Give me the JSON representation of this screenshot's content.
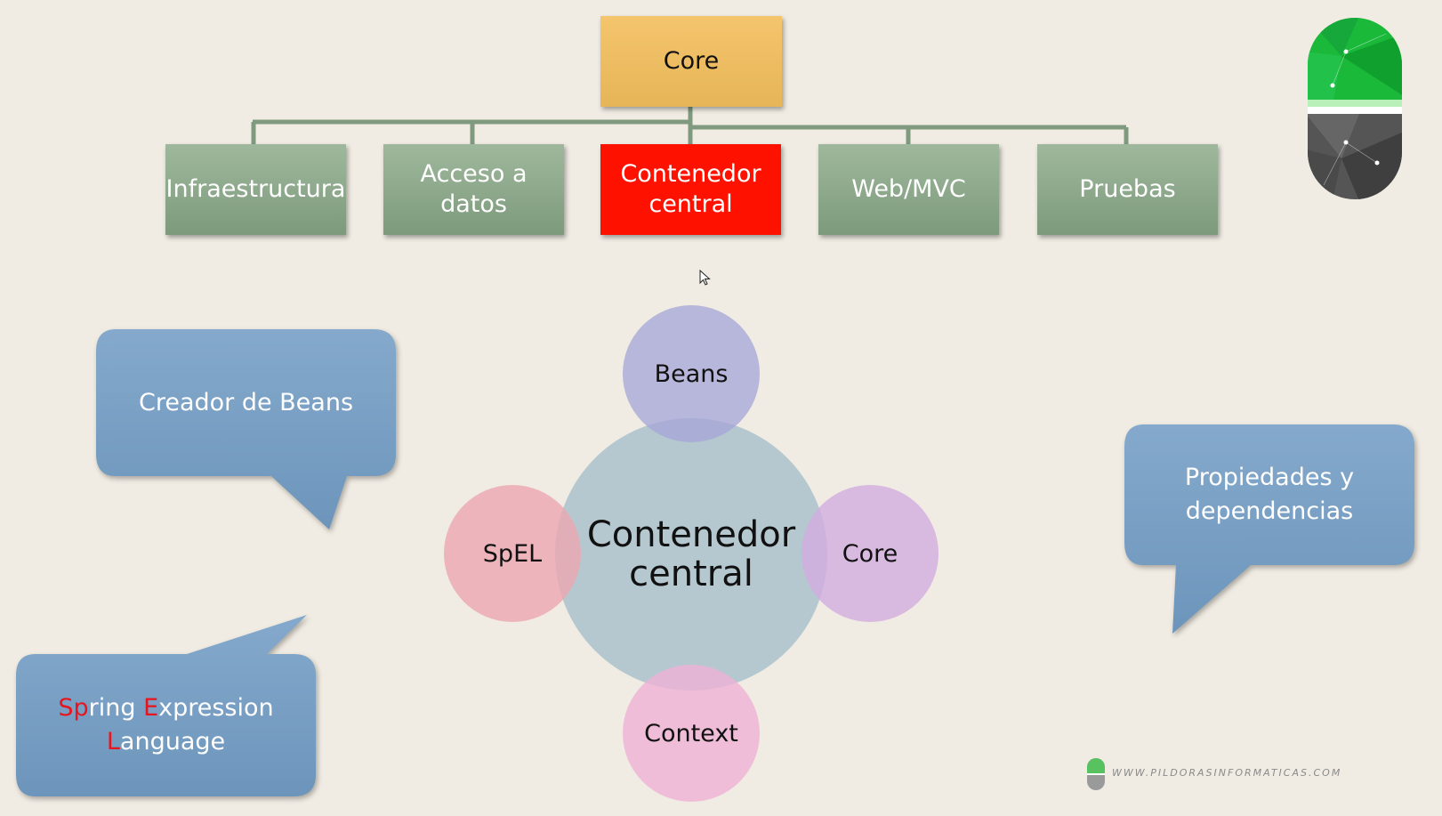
{
  "top": {
    "core": "Core"
  },
  "modules": [
    {
      "label": "Infraestructura"
    },
    {
      "label": "Acceso a datos"
    },
    {
      "label": "Contenedor central"
    },
    {
      "label": "Web/MVC"
    },
    {
      "label": "Pruebas"
    }
  ],
  "venn": {
    "center": "Contenedor central",
    "top": "Beans",
    "left": "SpEL",
    "right": "Core",
    "bottom": "Context"
  },
  "callouts": {
    "beans": "Creador de Beans",
    "props_line1": "Propiedades y",
    "props_line2": "dependencias",
    "spel": {
      "s": "S",
      "p": "p",
      "ring": "ring ",
      "e": "E",
      "xpression": "xpression",
      "l": "L",
      "anguage": "anguage"
    }
  },
  "footer": {
    "url": "WWW.PILDORASINFORMATICAS.COM"
  },
  "colors": {
    "background": "#f0ece3",
    "core_box": "#f5c56d",
    "module_box": "#8ea98c",
    "active_box": "#ff1100",
    "callout": "#7a9fc2",
    "connector": "#7f9a7e"
  }
}
